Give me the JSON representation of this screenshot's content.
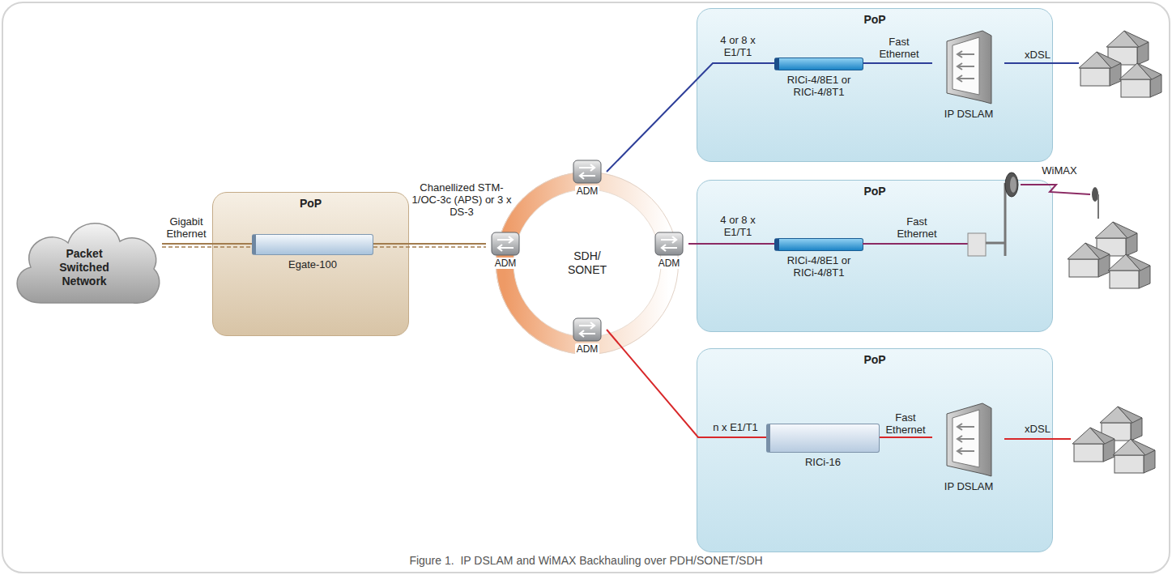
{
  "diagram": {
    "caption": "Figure 1.  IP DSLAM and WiMAX Backhauling over PDH/SONET/SDH",
    "nodes": [
      {
        "text": [
          "Packet Switched Network"
        ]
      },
      {
        "text": [
          "PoP"
        ]
      },
      {
        "text": [
          "Egate-100"
        ],
        "in": 1
      },
      {
        "text": [
          "SDH/ SONET"
        ]
      },
      {
        "text": [
          "ADM"
        ]
      },
      {
        "text": [
          "ADM"
        ]
      },
      {
        "text": [
          "ADM"
        ]
      },
      {
        "text": [
          "ADM"
        ]
      },
      {
        "text": [
          "PoP"
        ]
      },
      {
        "text": [
          "RICi-4/8E1 or RICi-4/8T1"
        ],
        "in": 8
      },
      {
        "text": [
          "IP DSLAM"
        ],
        "in": 8
      },
      {
        "text": [
          "PoP"
        ]
      },
      {
        "text": [
          "RICi-4/8E1 or RICi-4/8T1"
        ],
        "in": 11
      },
      {
        "text": [
          "PoP"
        ]
      },
      {
        "text": [
          "RICi-16"
        ],
        "in": 13
      },
      {
        "text": [
          "IP DSLAM"
        ],
        "in": 13
      }
    ],
    "edges": [
      {
        "from": 0,
        "to": 2,
        "label": "Gigabit Ethernet",
        "arrow": "none"
      },
      {
        "from": 2,
        "to": 5,
        "label": "Chanellized STM-1/OC-3c (APS) or 3 x DS-3",
        "arrow": "none"
      },
      {
        "from": 4,
        "to": 9,
        "label": "4 or 8 x E1/T1",
        "arrow": "none"
      },
      {
        "from": 6,
        "to": 12,
        "label": "4 or 8 x E1/T1",
        "arrow": "none"
      },
      {
        "from": 7,
        "to": 14,
        "label": "n x E1/T1",
        "arrow": "none"
      },
      {
        "from": 9,
        "to": 10,
        "label": "Fast Ethernet",
        "arrow": "none"
      },
      {
        "from": 14,
        "to": 15,
        "label": "Fast Ethernet",
        "arrow": "none"
      }
    ],
    "labels": [
      "Fast Ethernet",
      "WiMAX",
      "xDSL",
      "xDSL"
    ]
  }
}
